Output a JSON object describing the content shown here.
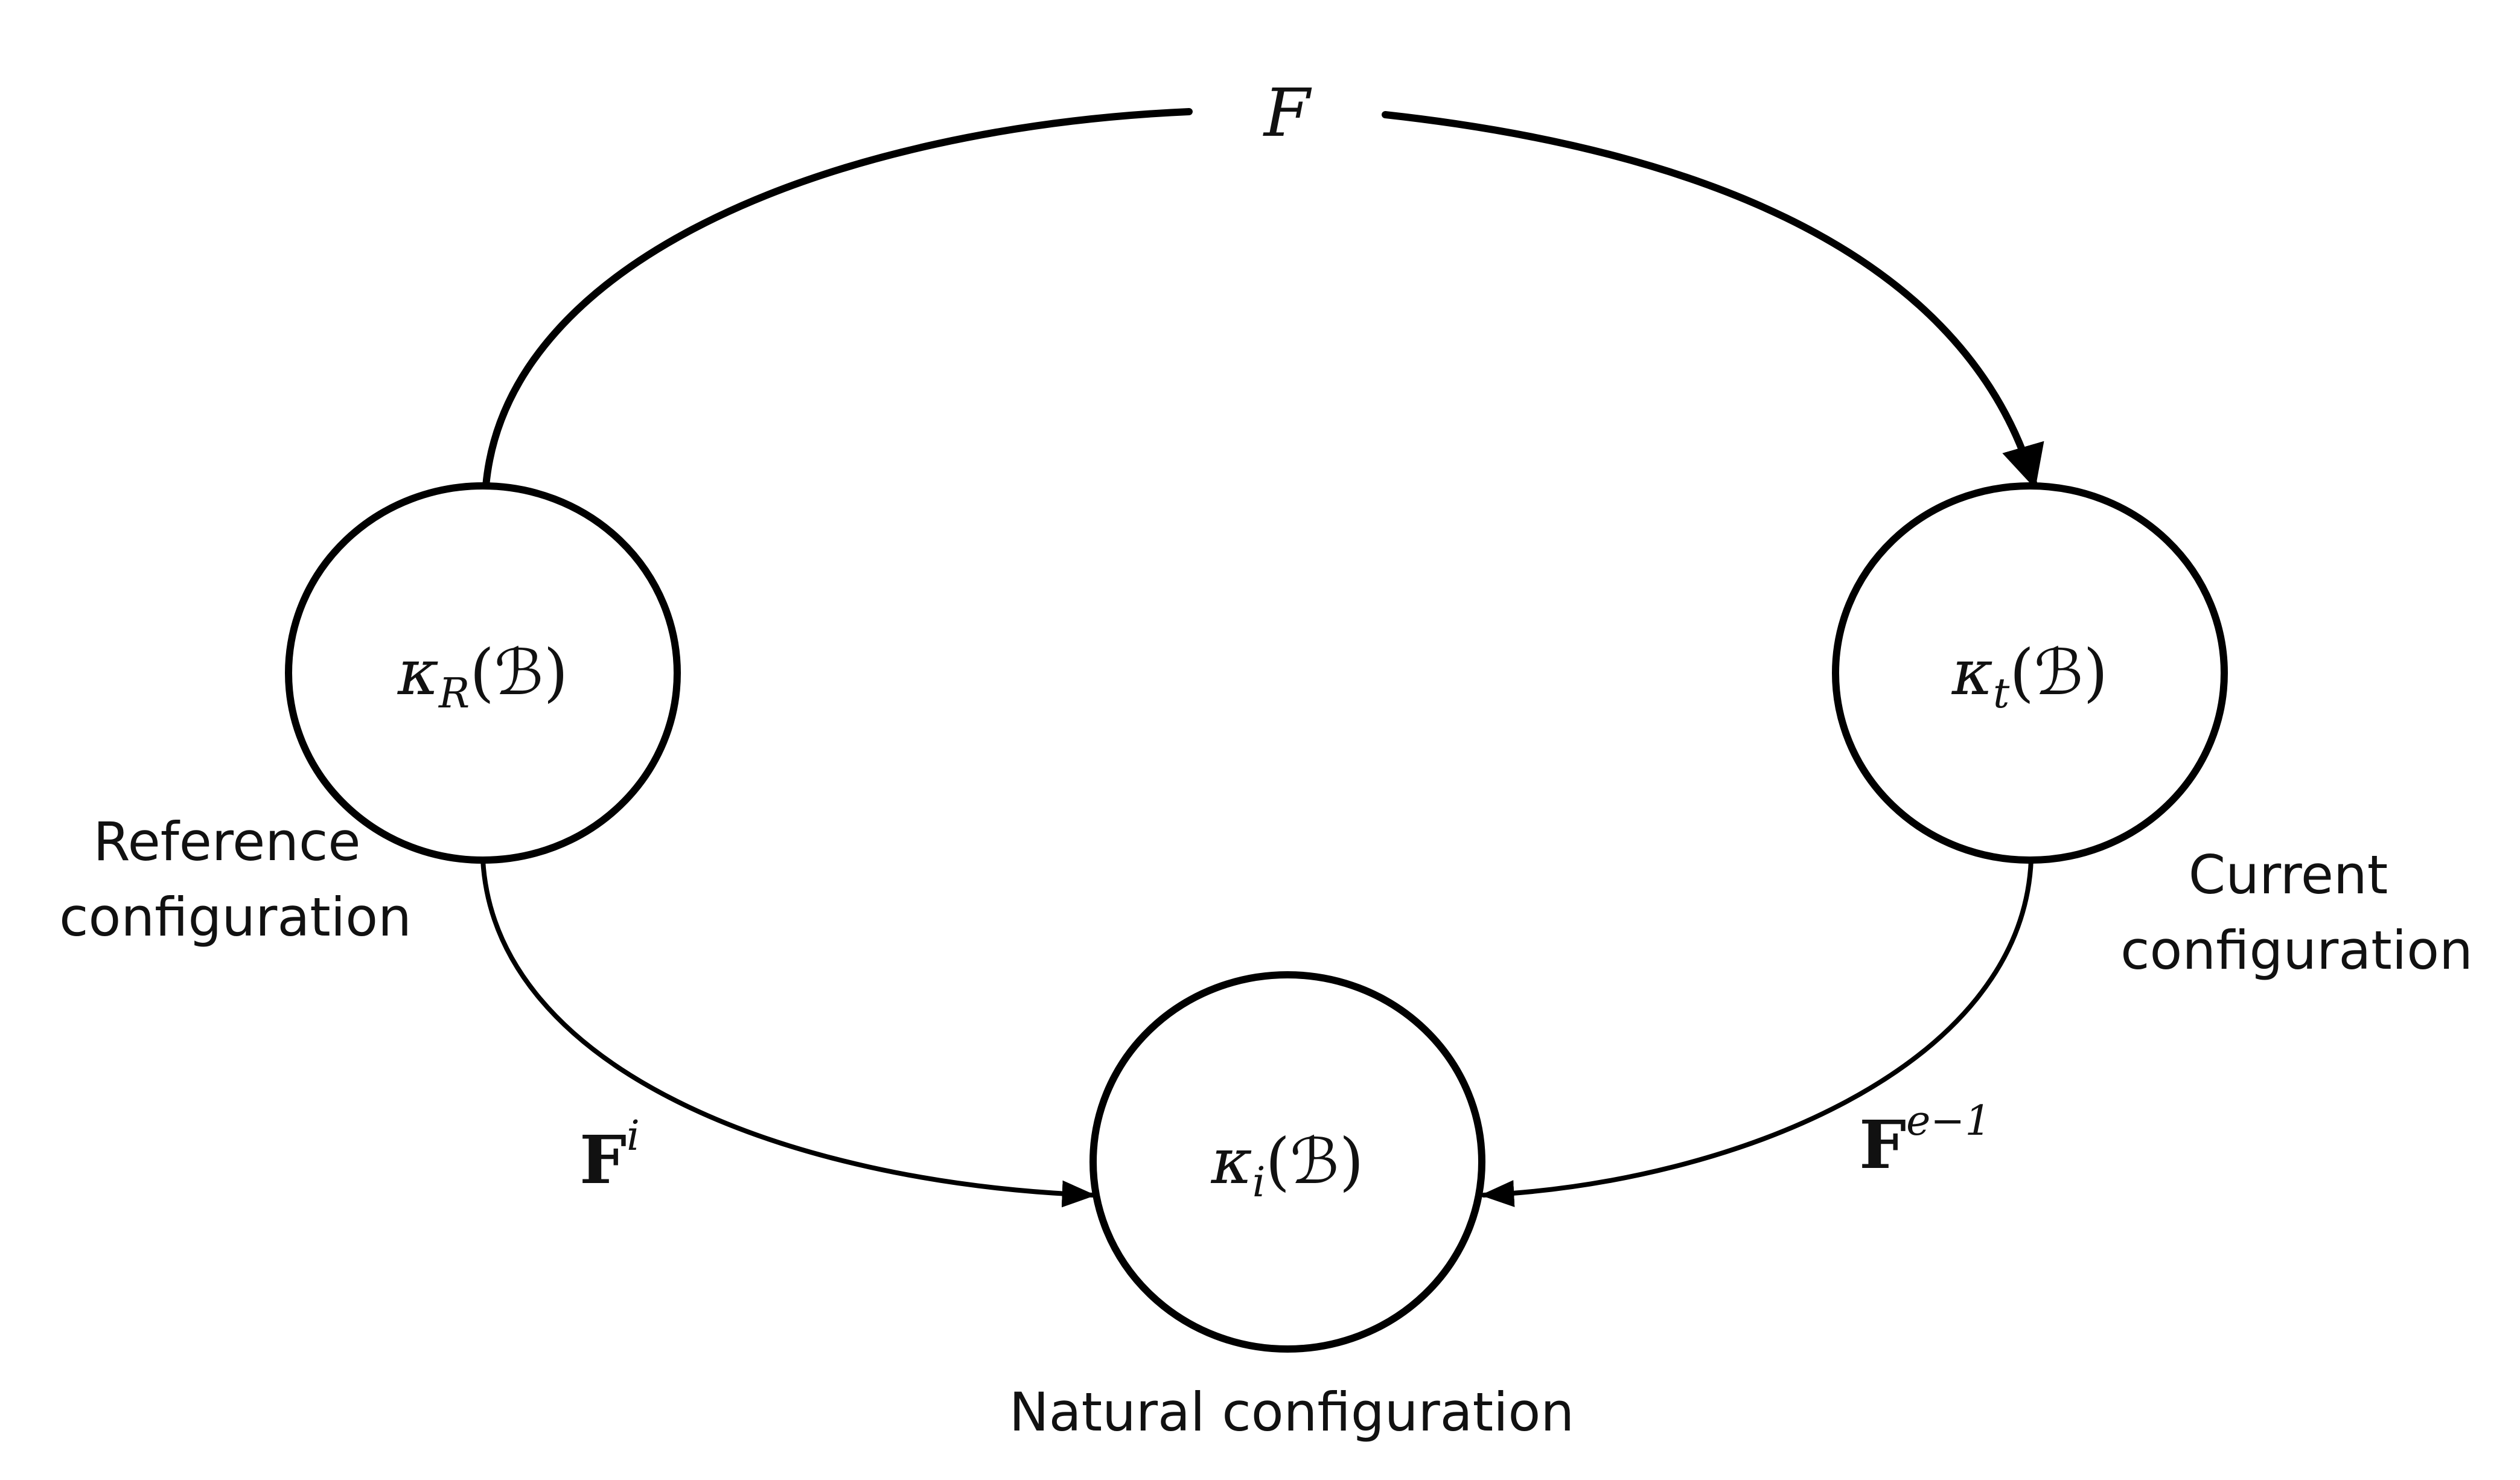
{
  "diagram": {
    "nodes": {
      "reference": {
        "symbol": "κ",
        "subscript": "R",
        "argument": "(ℬ)",
        "caption_line1": "Reference",
        "caption_line2": "configuration"
      },
      "current": {
        "symbol": "κ",
        "subscript": "t",
        "argument": "(ℬ)",
        "caption_line1": "Current",
        "caption_line2": "configuration"
      },
      "natural": {
        "symbol": "κ",
        "subscript": "i",
        "argument": "(ℬ)",
        "caption": "Natural configuration"
      }
    },
    "edges": {
      "total": {
        "label": "F",
        "from": "reference",
        "to": "current"
      },
      "inelastic": {
        "label": "F",
        "superscript": "i",
        "from": "reference",
        "to": "natural"
      },
      "elastic_inverse": {
        "label": "F",
        "superscript": "e−1",
        "from": "current",
        "to": "natural"
      }
    }
  }
}
